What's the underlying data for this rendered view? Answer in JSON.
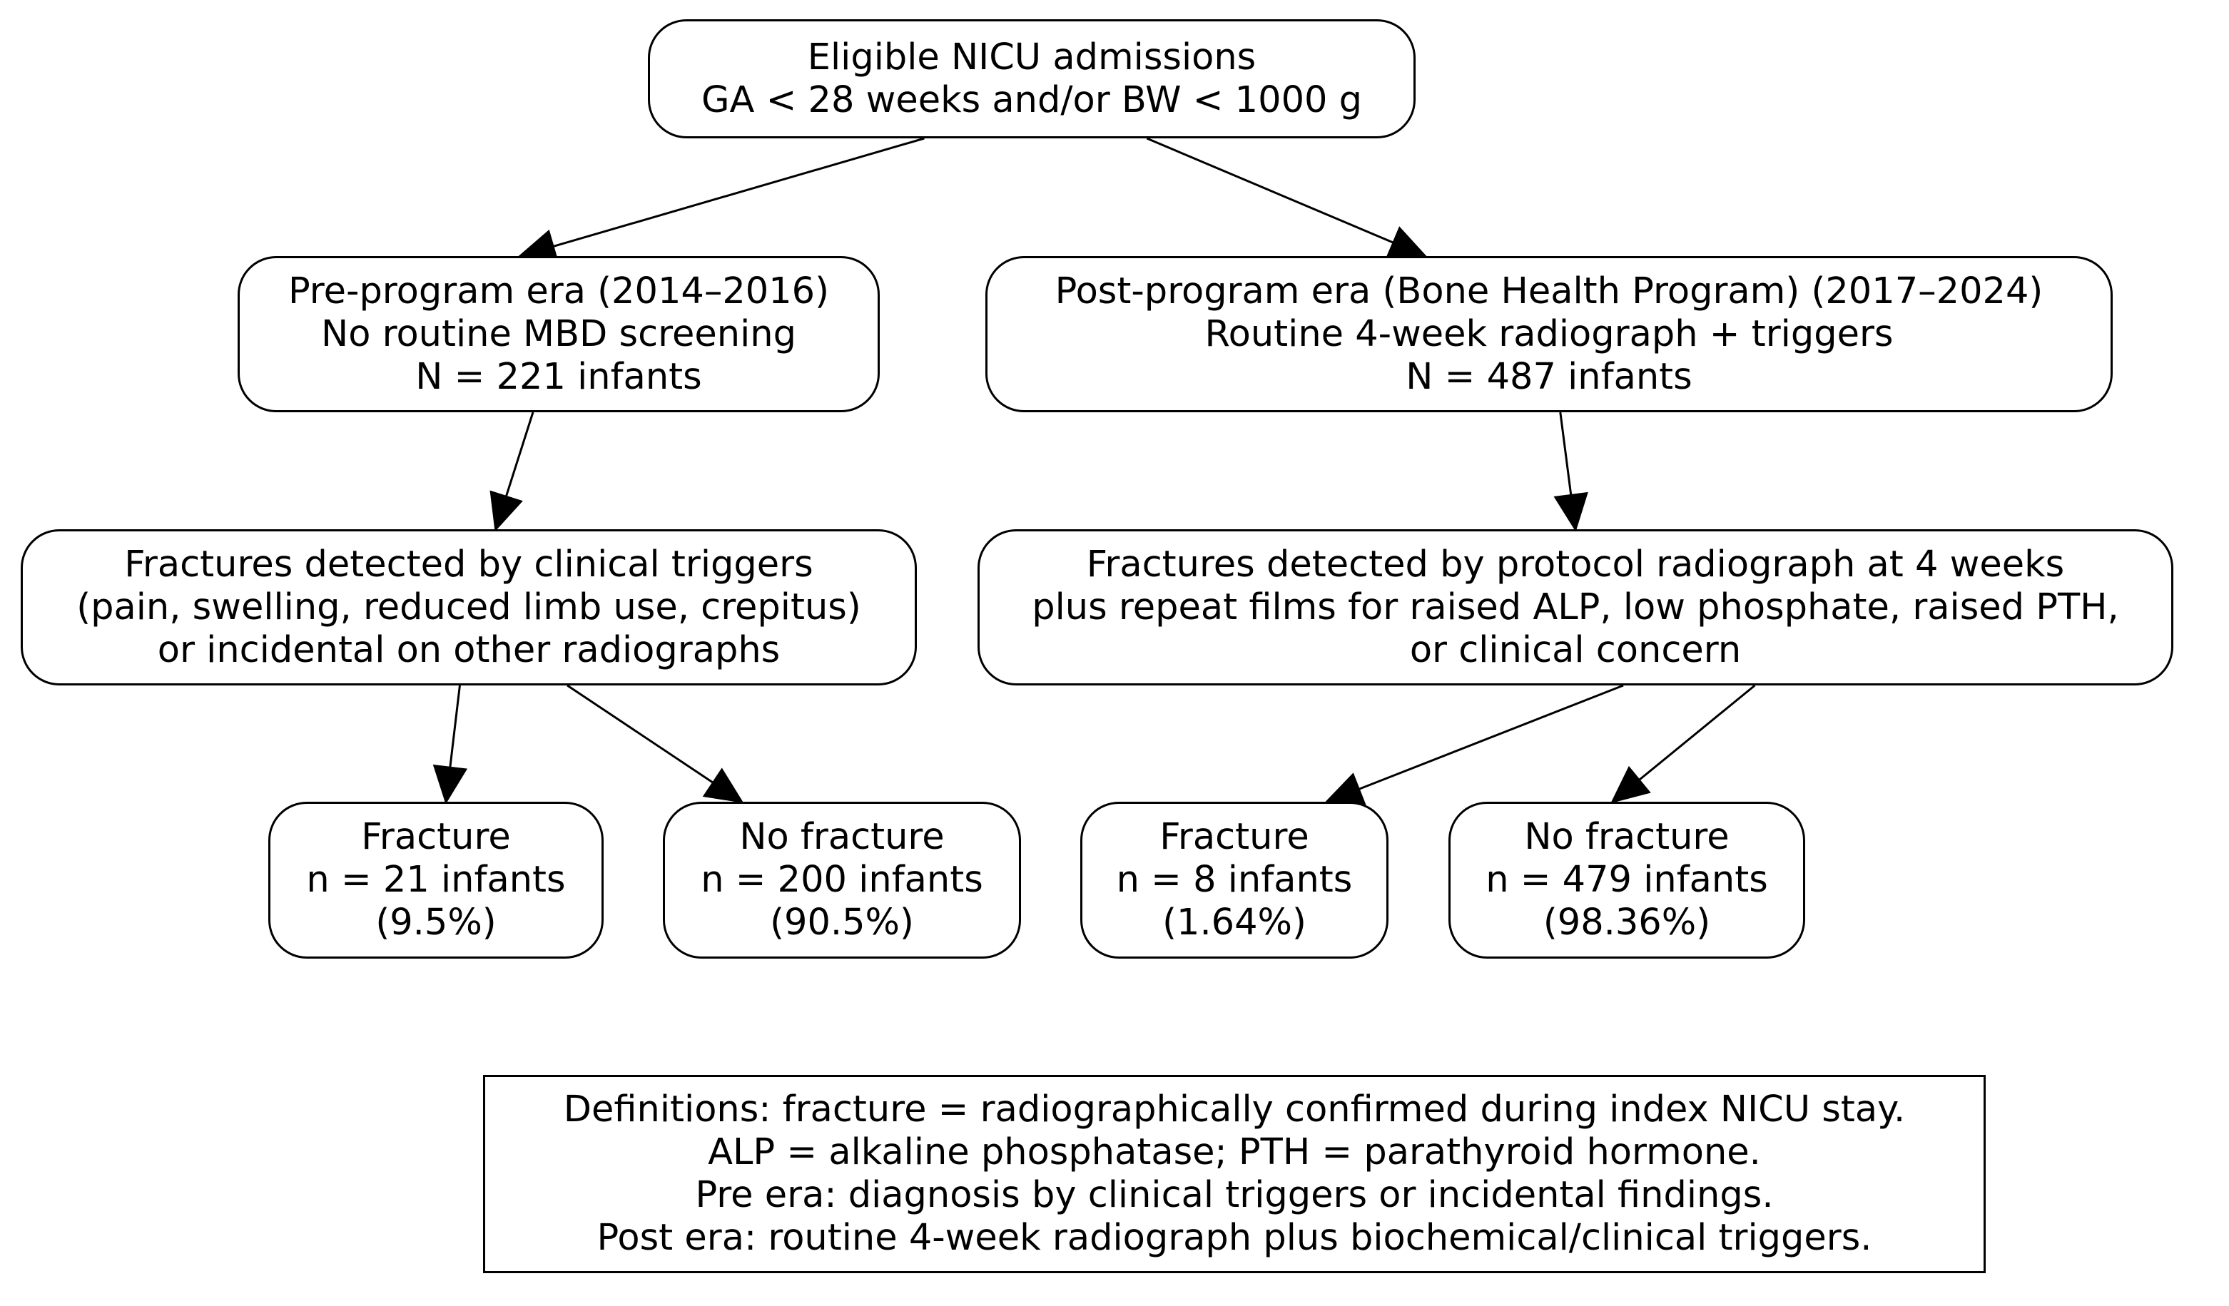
{
  "diagram": {
    "nodes": {
      "eligible": {
        "lines": [
          "Eligible NICU admissions",
          "GA < 28 weeks and/or BW < 1000 g"
        ]
      },
      "pre_era": {
        "lines": [
          "Pre-program era (2014–2016)",
          "No routine MBD screening",
          "N = 221 infants"
        ]
      },
      "post_era": {
        "lines": [
          "Post-program era (Bone Health Program) (2017–2024)",
          "Routine 4-week radiograph + triggers",
          "N = 487 infants"
        ]
      },
      "pre_detect": {
        "lines": [
          "Fractures detected by clinical triggers",
          "(pain, swelling, reduced limb use, crepitus)",
          "or incidental on other radiographs"
        ]
      },
      "post_detect": {
        "lines": [
          "Fractures detected by protocol radiograph at 4 weeks",
          "plus repeat films for raised ALP, low phosphate, raised PTH,",
          "or clinical concern"
        ]
      },
      "pre_fracture": {
        "lines": [
          "Fracture",
          "n = 21 infants",
          "(9.5%)"
        ]
      },
      "pre_no_fracture": {
        "lines": [
          "No fracture",
          "n = 200 infants",
          "(90.5%)"
        ]
      },
      "post_fracture": {
        "lines": [
          "Fracture",
          "n = 8 infants",
          "(1.64%)"
        ]
      },
      "post_no_fracture": {
        "lines": [
          "No fracture",
          "n = 479 infants",
          "(98.36%)"
        ]
      },
      "definitions": {
        "lines": [
          "Definitions: fracture = radiographically confirmed during index NICU stay.",
          "ALP = alkaline phosphatase; PTH = parathyroid hormone.",
          "Pre era: diagnosis by clinical triggers or incidental findings.",
          "Post era: routine 4-week radiograph plus biochemical/clinical triggers."
        ]
      }
    },
    "edges": [
      {
        "from": "eligible",
        "to": "pre_era"
      },
      {
        "from": "eligible",
        "to": "post_era"
      },
      {
        "from": "pre_era",
        "to": "pre_detect"
      },
      {
        "from": "post_era",
        "to": "post_detect"
      },
      {
        "from": "pre_detect",
        "to": "pre_fracture"
      },
      {
        "from": "pre_detect",
        "to": "pre_no_fracture"
      },
      {
        "from": "post_detect",
        "to": "post_fracture"
      },
      {
        "from": "post_detect",
        "to": "post_no_fracture"
      }
    ],
    "colors": {
      "stroke": "#000000",
      "background": "#ffffff"
    }
  }
}
